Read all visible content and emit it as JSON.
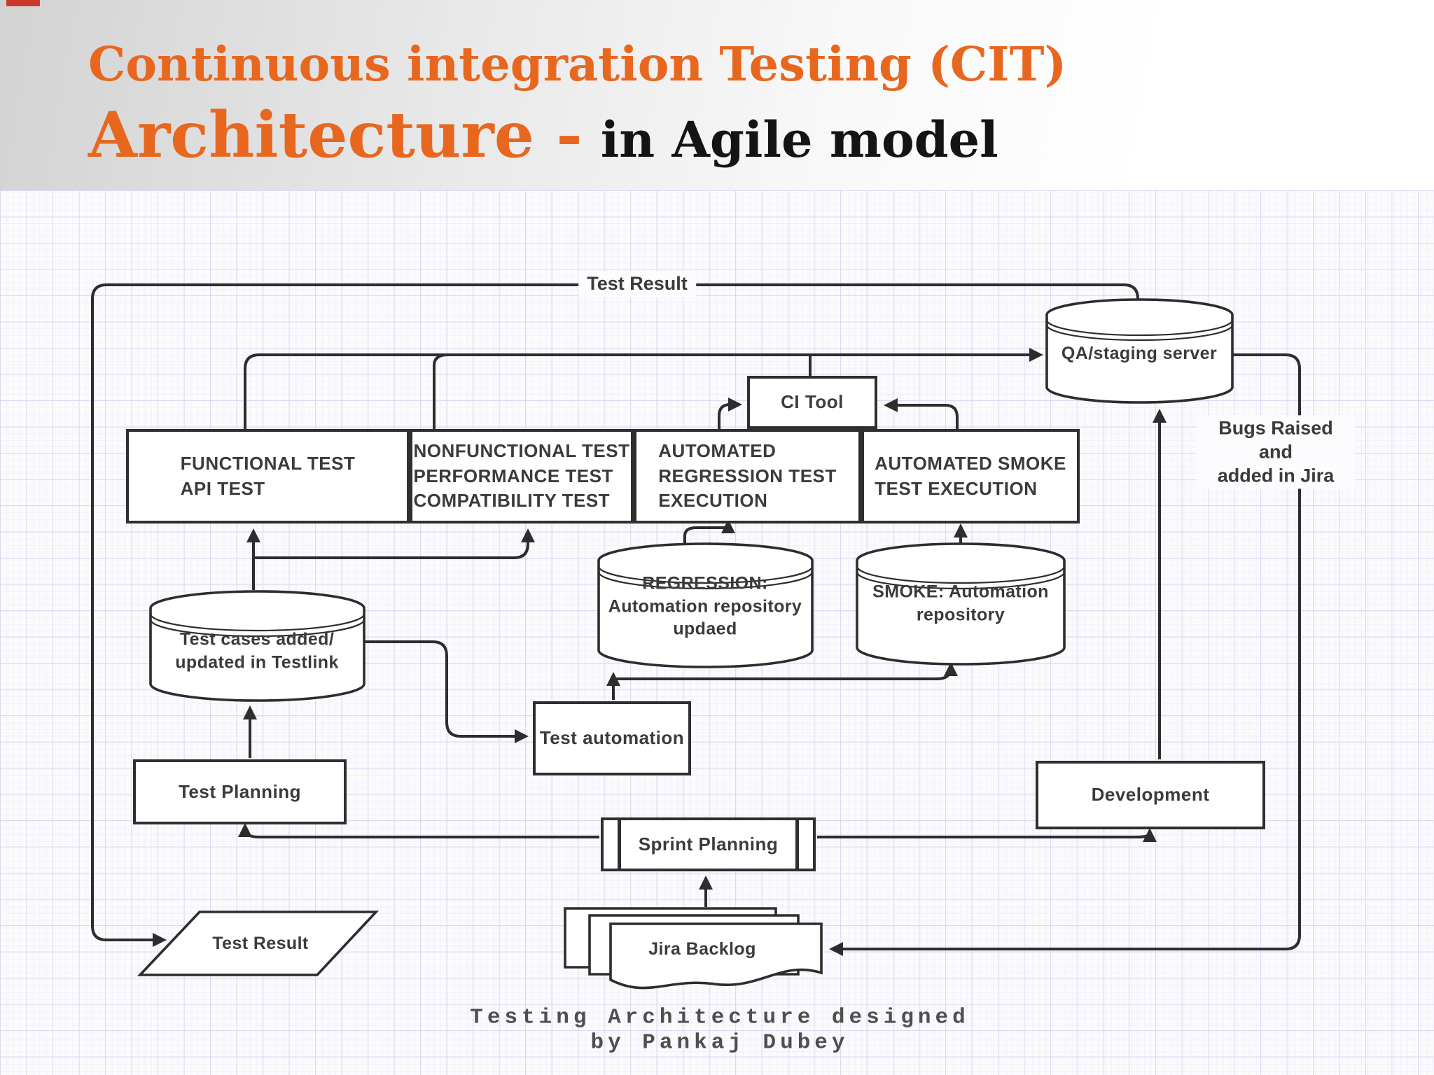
{
  "slide": {
    "title_line1": "Continuous integration Testing (CIT)",
    "title_line2_accent": "Architecture -",
    "title_line2_rest": "in Agile model",
    "accent_color": "#e8671f",
    "line_color": "#2d2d2d",
    "grid_color": "#d9dbf0"
  },
  "diagram": {
    "nodes": {
      "qa_staging": "QA/staging server",
      "ci_tool": "CI Tool",
      "functional_test": "FUNCTIONAL TEST\nAPI TEST",
      "nonfunctional_test": "NONFUNCTIONAL TEST\nPERFORMANCE TEST\nCOMPATIBILITY TEST",
      "automated_regression": "AUTOMATED\nREGRESSION TEST\nEXECUTION",
      "automated_smoke": "AUTOMATED SMOKE\nTEST EXECUTION",
      "regression_repo": "REGRESSION:\nAutomation repository\nupdaed",
      "smoke_repo": "SMOKE: Automation\nrepository",
      "testlink_repo": "Test cases added/\nupdated in Testlink",
      "test_automation": "Test automation",
      "test_planning": "Test Planning",
      "development": "Development",
      "sprint_planning": "Sprint Planning",
      "jira_backlog": "Jira Backlog",
      "test_result_output": "Test Result"
    },
    "edge_labels": {
      "test_result_top": "Test Result",
      "bugs_raised": "Bugs Raised and\nadded in Jira"
    },
    "footer": "Testing Architecture designed\nby Pankaj Dubey"
  }
}
